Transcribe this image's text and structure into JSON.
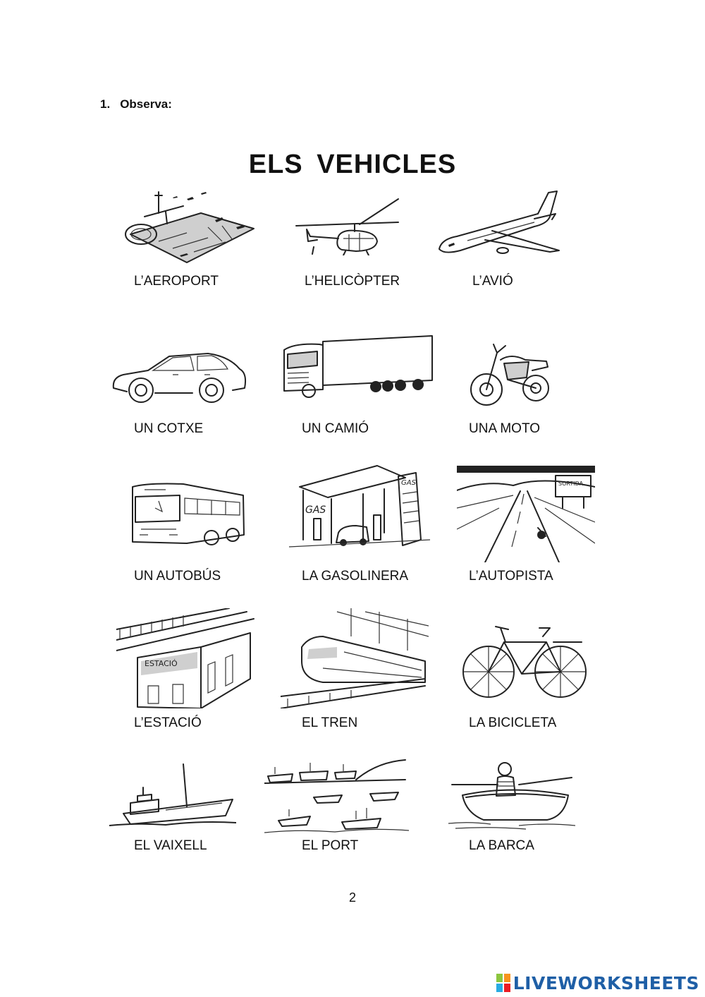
{
  "instruction": {
    "number": "1.",
    "text": "Observa:"
  },
  "title": "ELS  VEHICLES",
  "items": [
    {
      "label": "L’AEROPORT",
      "icon": "airport-icon"
    },
    {
      "label": "L’HELICÒPTER",
      "icon": "helicopter-icon"
    },
    {
      "label": "L’AVIÓ",
      "icon": "airplane-icon"
    },
    {
      "label": "UN COTXE",
      "icon": "car-icon"
    },
    {
      "label": "UN CAMIÓ",
      "icon": "truck-icon"
    },
    {
      "label": "UNA MOTO",
      "icon": "motorcycle-icon"
    },
    {
      "label": "UN AUTOBÚS",
      "icon": "bus-icon"
    },
    {
      "label": "LA GASOLINERA",
      "icon": "gas-station-icon"
    },
    {
      "label": "L’AUTOPISTA",
      "icon": "highway-icon"
    },
    {
      "label": "L’ESTACIÓ",
      "icon": "train-station-icon"
    },
    {
      "label": "EL TREN",
      "icon": "train-icon"
    },
    {
      "label": "LA BICICLETA",
      "icon": "bicycle-icon"
    },
    {
      "label": "EL VAIXELL",
      "icon": "ship-icon"
    },
    {
      "label": "EL PORT",
      "icon": "port-icon"
    },
    {
      "label": "LA BARCA",
      "icon": "rowboat-icon"
    }
  ],
  "picture_text": {
    "gas_sign": "GAS",
    "exit_sign": "SORTIDA",
    "station_sign": "ESTACIÓ"
  },
  "page_number": "2",
  "watermark": {
    "text": "LIVEWORKSHEETS",
    "colors": {
      "brand": "#1f5fa6"
    }
  }
}
